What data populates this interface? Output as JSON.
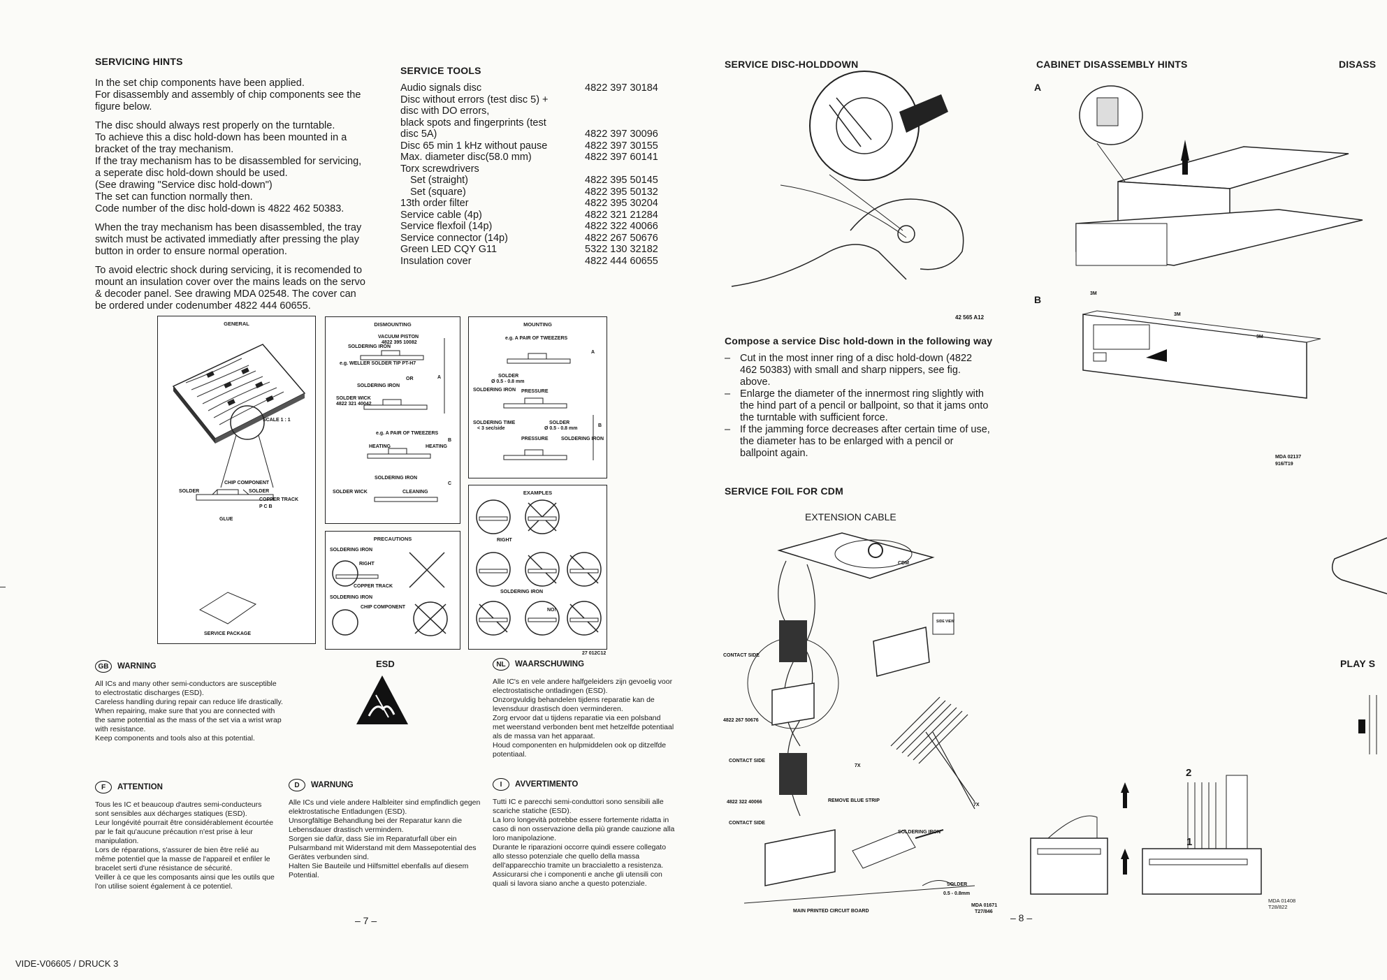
{
  "servicing_hints": {
    "title": "SERVICING HINTS",
    "paragraphs": [
      "In the set chip components have been applied.\nFor disassembly and assembly of chip components see the figure below.",
      "The disc should always rest properly on the turntable.\nTo achieve this a disc hold-down has been mounted in a bracket of the tray mechanism.\nIf the tray mechanism has to be disassembled for servicing, a seperate disc hold-down should be used.\n(See drawing \"Service disc hold-down\")\nThe set can function normally then.\nCode number of the disc hold-down is 4822 462 50383.",
      "When the tray mechanism has been disassembled, the tray switch must be activated immediatly after pressing the play button in order to ensure normal operation.",
      "To avoid electric shock during servicing, it is recomended to mount an insulation cover over the mains leads on the servo & decoder panel. See drawing MDA 02548. The cover can be ordered under codenumber 4822 444 60655."
    ]
  },
  "service_tools": {
    "title": "SERVICE TOOLS",
    "rows": [
      {
        "name": "Audio signals disc",
        "code": "4822 397 30184"
      },
      {
        "name": "Disc without errors (test disc 5) +",
        "code": ""
      },
      {
        "name": "disc with DO errors,",
        "code": ""
      },
      {
        "name": "black spots and fingerprints (test",
        "code": ""
      },
      {
        "name": "disc 5A)",
        "code": "4822 397 30096"
      },
      {
        "name": "Disc 65 min 1 kHz without pause",
        "code": "4822 397 30155"
      },
      {
        "name": "Max. diameter disc(58.0 mm)",
        "code": "4822 397 60141"
      },
      {
        "name": "Torx screwdrivers",
        "code": ""
      },
      {
        "name": "  Set (straight)",
        "code": "4822 395 50145"
      },
      {
        "name": "  Set (square)",
        "code": "4822 395 50132"
      },
      {
        "name": "13th order filter",
        "code": "4822 395 30204"
      },
      {
        "name": "Service cable (4p)",
        "code": "4822 321 21284"
      },
      {
        "name": "Service flexfoil (14p)",
        "code": "4822 322 40066"
      },
      {
        "name": "Service connector (14p)",
        "code": "4822 267 50676"
      },
      {
        "name": "Green LED CQY G11",
        "code": "5322 130 32182"
      },
      {
        "name": "Insulation cover",
        "code": "4822 444 60655"
      }
    ]
  },
  "figure": {
    "general": "GENERAL",
    "scale": "SCALE 1 : 1",
    "chip_component": "CHIP COMPONENT",
    "solder": "SOLDER",
    "copper_track": "COPPER TRACK",
    "pcb": "P C B",
    "glue": "GLUE",
    "service_package": "SERVICE PACKAGE",
    "dismounting": "DISMOUNTING",
    "mounting": "MOUNTING",
    "precautions": "PRECAUTIONS",
    "examples": "EXAMPLES",
    "vacuum_piston": "VACUUM PISTON",
    "vacuum_code": "4822 395 10082",
    "soldering_iron": "SOLDERING IRON",
    "weller": "e.g. WELLER SOLDER TIP PT-H7",
    "or": "OR",
    "solder_wick": "SOLDER WICK",
    "wick_code": "4822 321 40042",
    "tweezers": "e.g. A PAIR OF TWEEZERS",
    "heating": "HEATING",
    "cleaning": "CLEANING",
    "solder_size": "Ø 0.5 - 0.8 mm",
    "pressure": "PRESSURE",
    "soldering_time": "SOLDERING TIME",
    "time_value": "< 3 sec/side",
    "right": "RIGHT",
    "no": "NO!",
    "section_a": "A",
    "section_b": "B",
    "section_c": "C",
    "code": "27 012C12"
  },
  "esd": {
    "label": "ESD"
  },
  "warnings": [
    {
      "badge": "GB",
      "title": "WARNING",
      "text": "All ICs and many other semi-conductors are susceptible to electrostatic discharges (ESD).\nCareless handling during repair can reduce life drastically.\nWhen repairing, make sure that you are connected with the same potential as the mass of the set via a wrist wrap with resistance.\nKeep components and tools also at this potential."
    },
    {
      "badge": "NL",
      "title": "WAARSCHUWING",
      "text": "Alle IC's en vele andere halfgeleiders zijn gevoelig voor electrostatische ontladingen (ESD).\nOnzorgvuldig behandelen tijdens reparatie kan de levensduur drastisch doen verminderen.\nZorg ervoor dat u tijdens reparatie via een polsband met weerstand verbonden bent met hetzelfde potentiaal als de massa van het apparaat.\nHoud componenten en hulpmiddelen ook op ditzelfde potentiaal."
    },
    {
      "badge": "F",
      "title": "ATTENTION",
      "text": "Tous les IC et beaucoup d'autres semi-conducteurs sont sensibles aux décharges statiques (ESD).\nLeur longévité pourrait être considérablement écourtée par le fait qu'aucune précaution n'est prise à leur manipulation.\nLors de réparations, s'assurer de bien être relié au même potentiel que la masse de l'appareil et enfiler le bracelet serti d'une résistance de sécurité.\nVeiller à ce que les composants ainsi que les outils que l'on utilise soient également à ce potentiel."
    },
    {
      "badge": "D",
      "title": "WARNUNG",
      "text": "Alle ICs und viele andere Halbleiter sind empfindlich gegen elektrostatische Entladungen (ESD).\nUnsorgfältige Behandlung bei der Reparatur kann die Lebensdauer drastisch vermindern.\nSorgen sie dafür, dass Sie im Reparaturfall über ein Pulsarmband mit Widerstand mit dem Massepotential des Gerätes verbunden sind.\nHalten Sie Bauteile und Hilfsmittel ebenfalls auf diesem Potential."
    },
    {
      "badge": "I",
      "title": "AVVERTIMENTO",
      "text": "Tutti IC e parecchi semi-conduttori sono sensibili alle scariche statiche (ESD).\nLa loro longevità potrebbe essere fortemente ridatta in caso di non osservazione della più grande cauzione alla loro manipolazione.\nDurante le riparazioni occorre quindi essere collegato allo stesso potenziale che quello della massa dell'apparecchio tramite un braccialetto a resistenza.\nAssicurarsi che i componenti e anche gli utensili con quali si lavora siano anche a questo potenziale."
    }
  ],
  "page_numbers": {
    "left": "– 7 –",
    "right": "– 8 –"
  },
  "footer": "VIDE-V06605 / DRUCK 3",
  "disc_holddown": {
    "title": "SERVICE DISC-HOLDDOWN",
    "fig_code": "42 565 A12",
    "heading": "Compose a service Disc hold-down in the following way",
    "steps": [
      "Cut in the most inner ring of a disc hold-down (4822 462 50383) with small and sharp nippers, see fig. above.",
      "Enlarge the diameter of the innermost ring slightly with the hind part of a pencil or ballpoint, so that it jams onto the turntable with sufficient force.",
      "If the jamming force decreases after certain time of use, the diameter has to be enlarged with a pencil or ballpoint again."
    ]
  },
  "service_foil": {
    "title": "SERVICE FOIL FOR CDM",
    "extension_cable": "EXTENSION  CABLE",
    "cdm": "CDM",
    "contact_side": "CONTACT  SIDE",
    "code_connector": "4822  267  50676",
    "code_foil": "4822  322  40066",
    "remove_strip": "REMOVE BLUE STRIP",
    "side_view": "SIDE VIEW",
    "seven_x": "7X",
    "soldering_iron": "SOLDERING IRON",
    "solder": "SOLDER",
    "solder_size": "0.5 - 0.8mm",
    "main_board": "MAIN  PRINTED  CIRCUIT  BOARD",
    "mda": "MDA 01671",
    "mda2": "T27/846"
  },
  "cabinet": {
    "title": "CABINET DISASSEMBLY HINTS",
    "label_a": "A",
    "label_b": "B",
    "screw": "3M",
    "mda": "MDA 02137",
    "mda2": "916/T19",
    "step1": "1",
    "step2": "2",
    "mda_b": "MDA 01408",
    "mda_b2": "T28/822"
  },
  "cut_headings": {
    "disass": "DISASS",
    "play": "PLAY S"
  }
}
